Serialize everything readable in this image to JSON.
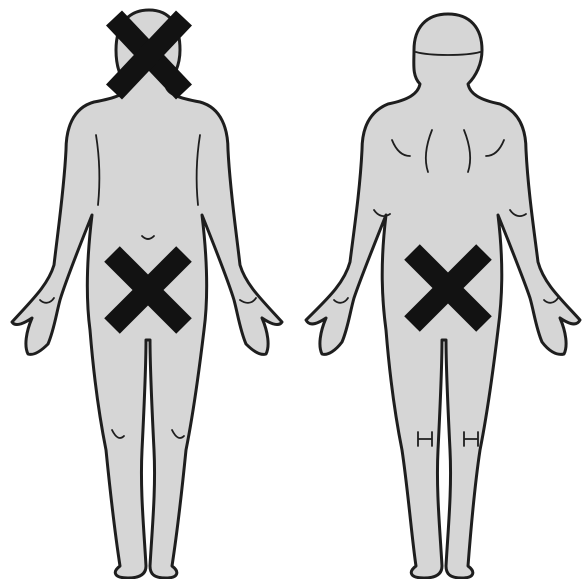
{
  "figure": {
    "views": [
      {
        "id": "front",
        "name": "front-view"
      },
      {
        "id": "back",
        "name": "back-view"
      }
    ],
    "markers": [
      {
        "view": "front",
        "region": "head",
        "icon": "x-mark-icon"
      },
      {
        "view": "front",
        "region": "pelvis",
        "icon": "x-mark-icon"
      },
      {
        "view": "back",
        "region": "pelvis",
        "icon": "x-mark-icon"
      }
    ]
  },
  "colors": {
    "body_fill": "#d6d6d6",
    "outline": "#1e1e1e",
    "x_mark": "#121212",
    "background": "#ffffff"
  }
}
